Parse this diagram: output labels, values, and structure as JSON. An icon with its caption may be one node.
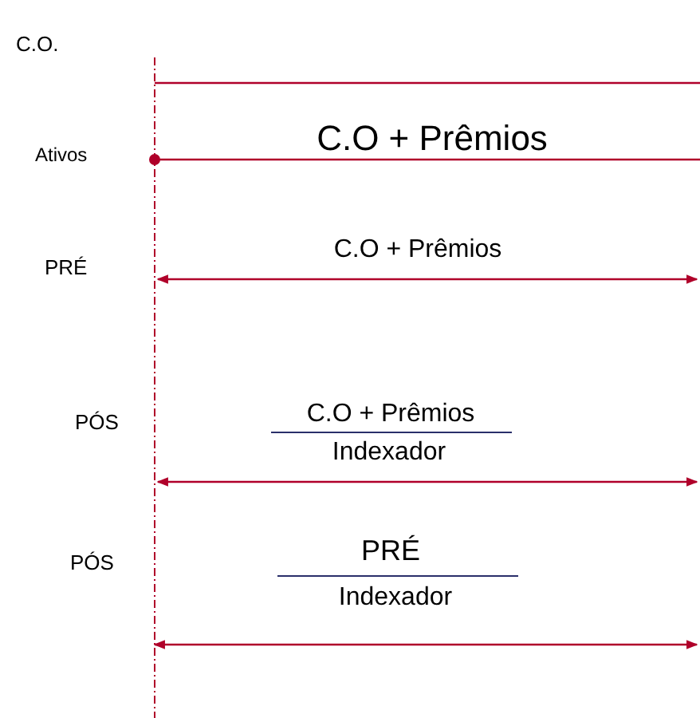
{
  "diagram": {
    "labels": [
      "C.O.",
      "C.O + Prêmios",
      "Ativos",
      "PRÉ",
      "C.O + Prêmios",
      "C.O + Prêmios",
      "PÓS",
      "Indexador",
      "PRÉ",
      "PÓS",
      "Indexador"
    ]
  }
}
